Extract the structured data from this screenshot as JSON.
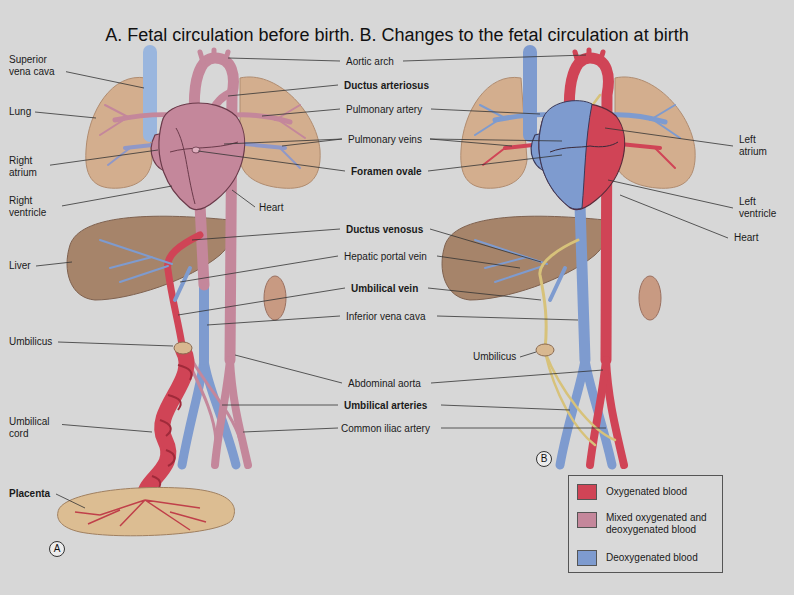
{
  "diagram": {
    "title": "A. Fetal circulation before birth. B. Changes to the fetal circulation at birth",
    "nodes": [
      {
        "text": [
          "A"
        ]
      },
      {
        "text": [
          "B"
        ]
      }
    ],
    "labels": [
      "Superior vena cava",
      "Lung",
      "Right atrium",
      "Right ventricle",
      "Heart",
      "Liver",
      "Umbilicus",
      "Umbilical cord",
      "Placenta",
      "Aortic arch",
      "Ductus arteriosus",
      "Pulmonary artery",
      "Pulmonary veins",
      "Foramen ovale",
      "Ductus venosus",
      "Hepatic portal vein",
      "Umbilical vein",
      "Inferior vena cava",
      "Umbilicus",
      "Abdominal aorta",
      "Umbilical arteries",
      "Common iliac artery",
      "Left atrium",
      "Left ventricle",
      "Heart"
    ],
    "legend": [
      {
        "text": "Oxygenated blood",
        "color": "#d04456"
      },
      {
        "text": "Mixed oxygenated and deoxygenated blood",
        "color": "#c4879b"
      },
      {
        "text": "Deoxygenated blood",
        "color": "#7e9bcf"
      }
    ]
  }
}
